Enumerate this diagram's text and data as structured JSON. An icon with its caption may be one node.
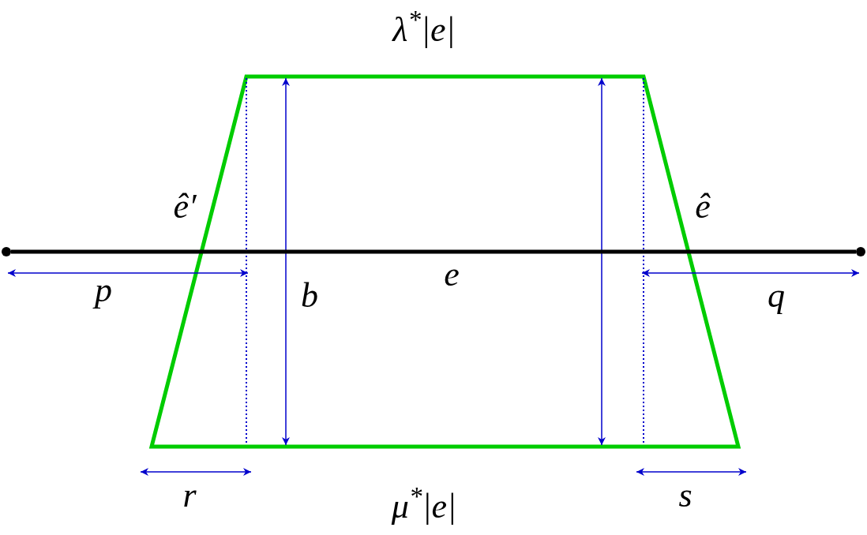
{
  "diagram": {
    "nodes": [
      {
        "text": [],
        "shape": "circle"
      },
      {
        "text": [],
        "shape": "circle"
      }
    ],
    "edges": [
      {
        "from": 0,
        "to": 1,
        "arrow": "none",
        "label": "e"
      }
    ],
    "labels": [
      "λ$^{*}$|e|",
      "ê′",
      "ê",
      "p",
      "b",
      "q",
      "r",
      "μ$^{*}$|e|",
      "s"
    ]
  }
}
